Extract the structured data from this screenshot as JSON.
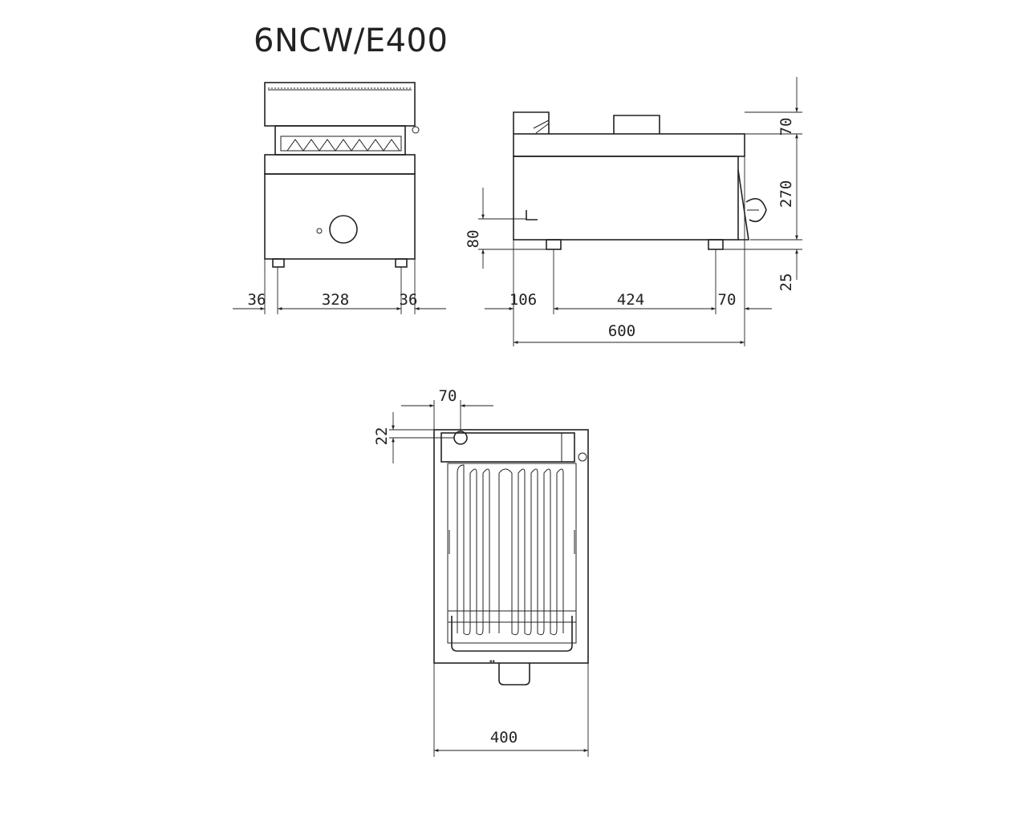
{
  "title": "6NCW/E400",
  "front_view": {
    "dimensions": {
      "left_margin": "36",
      "width": "328",
      "right_margin": "36"
    }
  },
  "side_view": {
    "dimensions": {
      "leg_offset_front": "106",
      "leg_span": "424",
      "leg_offset_back": "70",
      "depth": "600",
      "top_height": "70",
      "body_height": "270",
      "leg_height": "25",
      "connection_height": "80"
    }
  },
  "top_view": {
    "dimensions": {
      "knob_offset_x": "70",
      "knob_offset_y": "22",
      "width": "400"
    }
  },
  "colors": {
    "line": "#222222",
    "background": "#ffffff"
  }
}
